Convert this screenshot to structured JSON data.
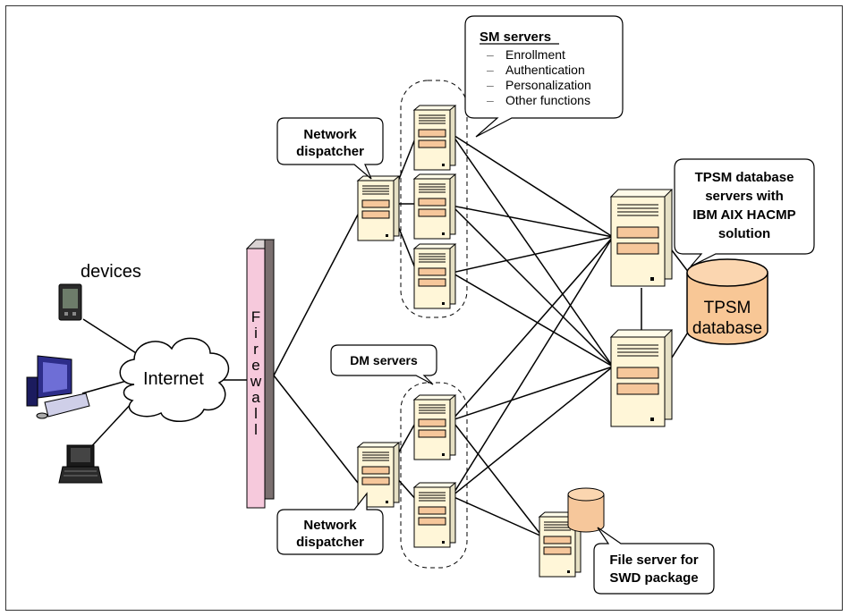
{
  "devices_label": "devices",
  "internet_label": "Internet",
  "firewall_label": "Firewall",
  "sm_callout": {
    "title": "SM servers",
    "items": [
      "Enrollment",
      "Authentication",
      "Personalization",
      "Other functions"
    ],
    "bullet": "–"
  },
  "network_dispatcher_top": [
    "Network",
    "dispatcher"
  ],
  "network_dispatcher_bottom": [
    "Network",
    "dispatcher"
  ],
  "dm_servers_label": "DM servers",
  "tpsm_callout": [
    "TPSM database",
    "servers with",
    "IBM AIX HACMP",
    "solution"
  ],
  "tpsm_database": [
    "TPSM",
    "database"
  ],
  "file_server_callout": [
    "File server for",
    "SWD package"
  ],
  "colors": {
    "firewall_fill": "#f6c9dc",
    "server_fill": "#fff6d8",
    "drive_fill": "#f6c79b",
    "db_fill": "#f8c796",
    "firewall_shadow": "#7a6f6f"
  }
}
